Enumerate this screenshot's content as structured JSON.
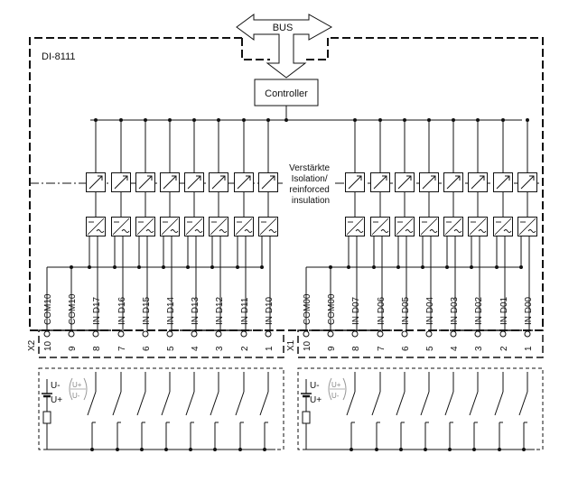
{
  "bus": {
    "label": "BUS"
  },
  "module": {
    "name": "DI-8111"
  },
  "controller": {
    "label": "Controller"
  },
  "isolation": {
    "lines": [
      "Verstärkte",
      "Isolation/",
      "reinforced",
      "insulation"
    ]
  },
  "connectors": [
    {
      "name": "X2",
      "channels": [
        "COM10",
        "COM10",
        "IN D17",
        "IN D16",
        "IN D15",
        "IN D14",
        "IN D13",
        "IN D12",
        "IN D11",
        "IN D10"
      ],
      "pins": [
        "10",
        "9",
        "8",
        "7",
        "6",
        "5",
        "4",
        "3",
        "2",
        "1"
      ]
    },
    {
      "name": "X1",
      "channels": [
        "COM00",
        "COM00",
        "IN D07",
        "IN D06",
        "IN D05",
        "IN D04",
        "IN D03",
        "IN D02",
        "IN D01",
        "IN D00"
      ],
      "pins": [
        "10",
        "9",
        "8",
        "7",
        "6",
        "5",
        "4",
        "3",
        "2",
        "1"
      ]
    }
  ],
  "supply": {
    "minus": "U-",
    "plus": "U+",
    "badge_top": "U+",
    "badge_bottom": "U-"
  }
}
